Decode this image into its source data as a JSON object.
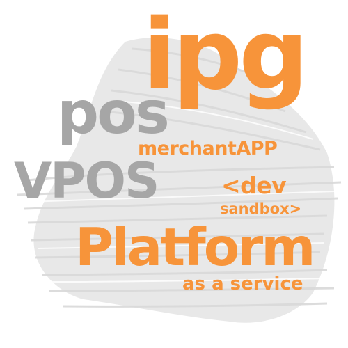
{
  "logo": {
    "ipg": "ipg",
    "pos": "pos",
    "merchant_app": "merchantAPP",
    "vpos": "VPOS",
    "dev": "<dev",
    "sandbox": "sandbox>",
    "platform": "Platform",
    "as_a_service": "as a service"
  },
  "colors": {
    "accent": "#f7943a",
    "gray": "#a6a6a6",
    "brush": "#e6e6e6",
    "background": "#ffffff"
  }
}
